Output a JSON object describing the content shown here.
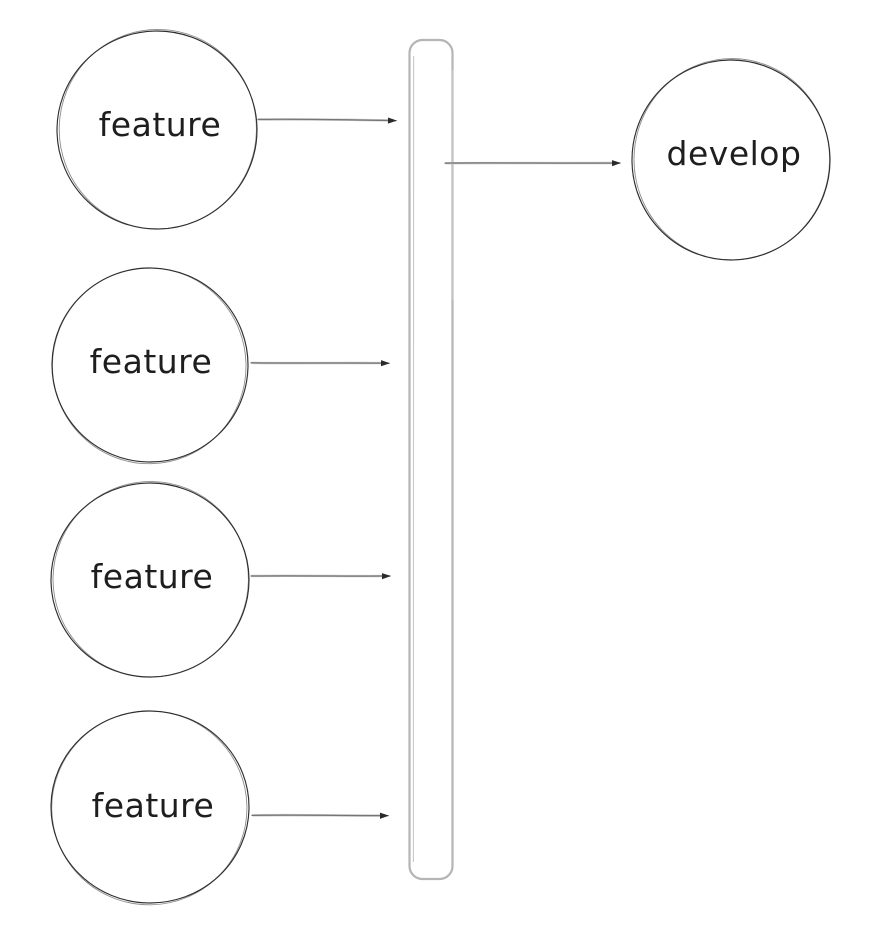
{
  "colors": {
    "background": "#ffffff",
    "node_stroke": "#2f2f2f",
    "bar_stroke": "#b5b5b5",
    "arrow_line": "#757575",
    "arrow_underlay": "#c8c8c8",
    "arrowhead": "#2b2b2b",
    "label_text": "#1e1e1e"
  },
  "diagram": {
    "feature_nodes": [
      {
        "label": "feature"
      },
      {
        "label": "feature"
      },
      {
        "label": "feature"
      },
      {
        "label": "feature"
      }
    ],
    "develop_node": {
      "label": "develop"
    }
  }
}
